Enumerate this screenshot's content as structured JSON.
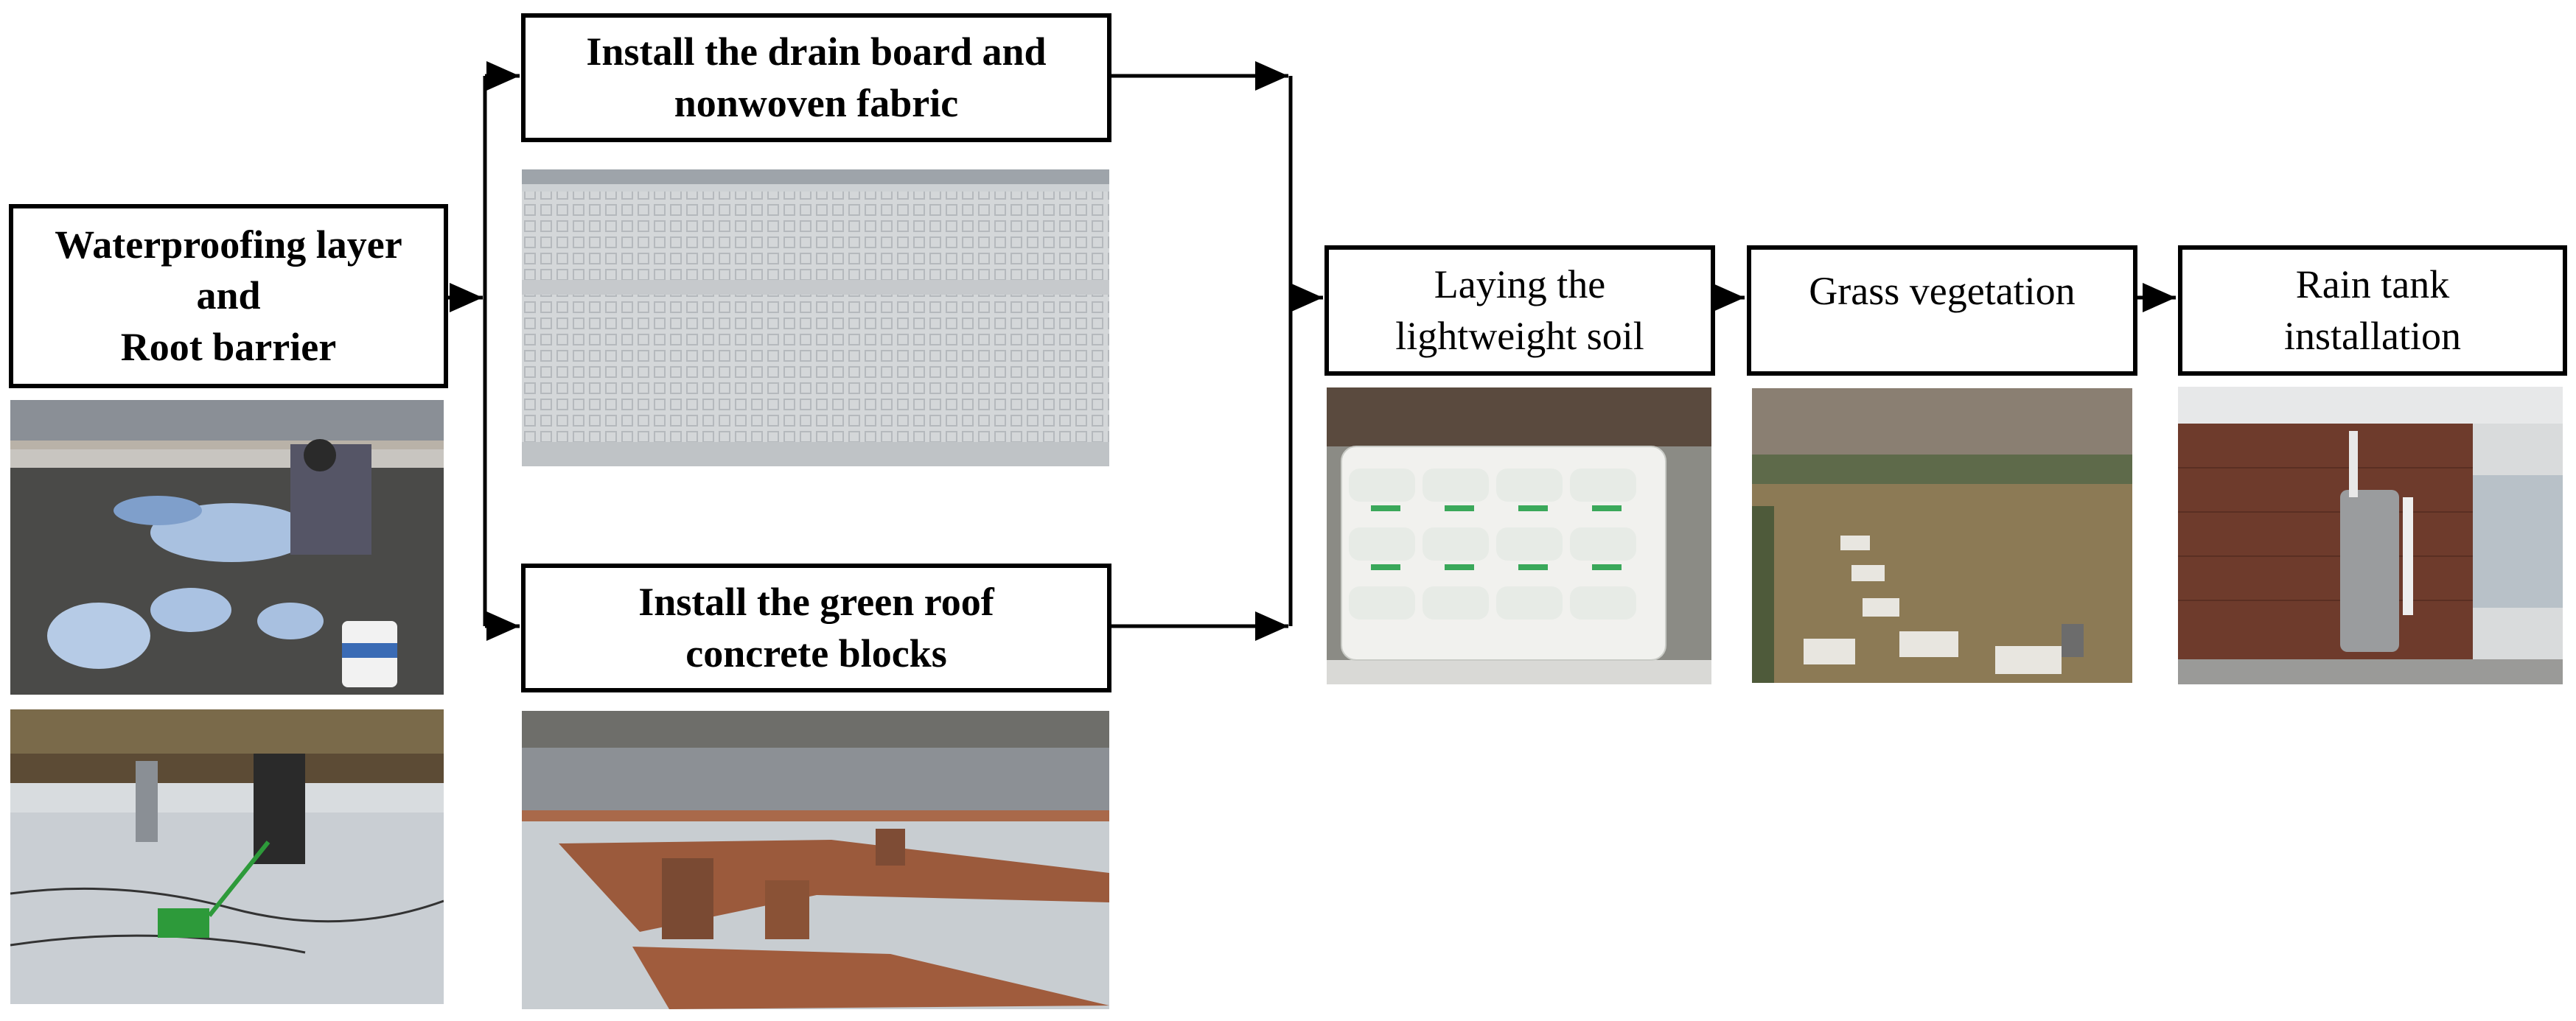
{
  "steps": {
    "waterproofing": "Waterproofing layer\nand\nRoot barrier",
    "drain_board": "Install the drain board and\nnonwoven fabric",
    "green_blocks": "Install the green roof\nconcrete blocks",
    "soil": "Laying the\nlightweight soil",
    "grass": "Grass vegetation",
    "rain_tank": "Rain tank\ninstallation"
  },
  "photos": {
    "waterproof_coating": "photo of workers applying waterproof coating on roof",
    "membrane_welding": "photo of workers welding roof membrane",
    "drain_board": "photo of drain board panels on roof",
    "concrete_blocks": "photo of stacked green roof concrete blocks",
    "soil_bags": "photo of stacked lightweight soil bags",
    "grass_roof": "photo of vegetated roof with stepping stones",
    "rain_tank": "photo of rain water tank beside brick wall"
  },
  "colors": {
    "line": "#000000",
    "box_border": "#000000"
  }
}
